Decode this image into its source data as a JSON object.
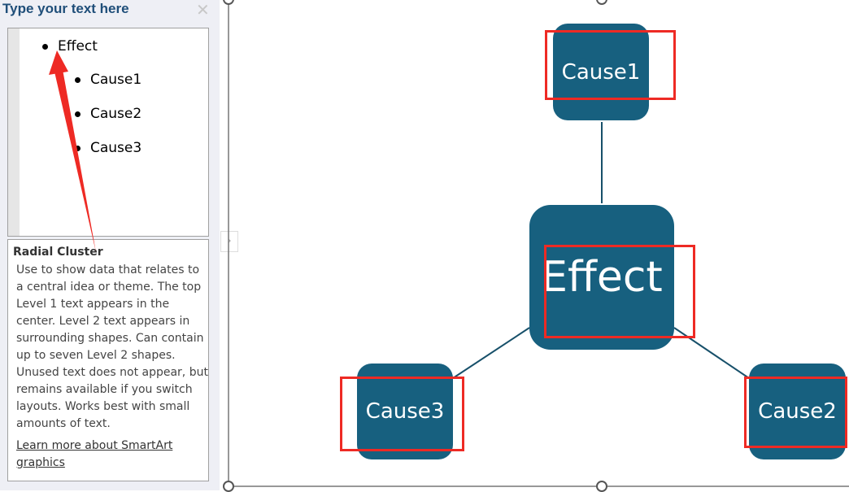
{
  "pane": {
    "title": "Type your text here",
    "close": "✕",
    "items": [
      {
        "label": "Effect",
        "level": 1
      },
      {
        "label": "Cause1",
        "level": 2
      },
      {
        "label": "Cause2",
        "level": 2
      },
      {
        "label": "Cause3",
        "level": 2
      }
    ]
  },
  "description": {
    "title": "Radial Cluster",
    "lines": [
      "Use to show data that relates to",
      "a central idea or theme. The top",
      "Level 1 text appears in the",
      "center. Level 2 text appears in",
      "surrounding shapes. Can contain",
      "up to seven Level 2 shapes.",
      "Unused text does not appear, but",
      "remains available if you switch",
      "layouts. Works best with small",
      "amounts of text."
    ],
    "link_line1": "Learn more about SmartArt",
    "link_line2": "graphics"
  },
  "expand": "›",
  "diagram": {
    "center": "Effect",
    "cause1": "Cause1",
    "cause2": "Cause2",
    "cause3": "Cause3",
    "fill": "#17607f"
  },
  "annotation_color": "#ee2a24"
}
